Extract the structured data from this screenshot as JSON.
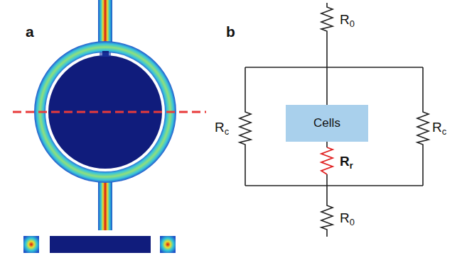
{
  "diagram": {
    "nodes": [
      {
        "text": [
          "Cells"
        ]
      }
    ],
    "labels": [
      "a",
      "b",
      "R0",
      "Rc",
      "Rc",
      "Rr",
      "R0"
    ]
  }
}
